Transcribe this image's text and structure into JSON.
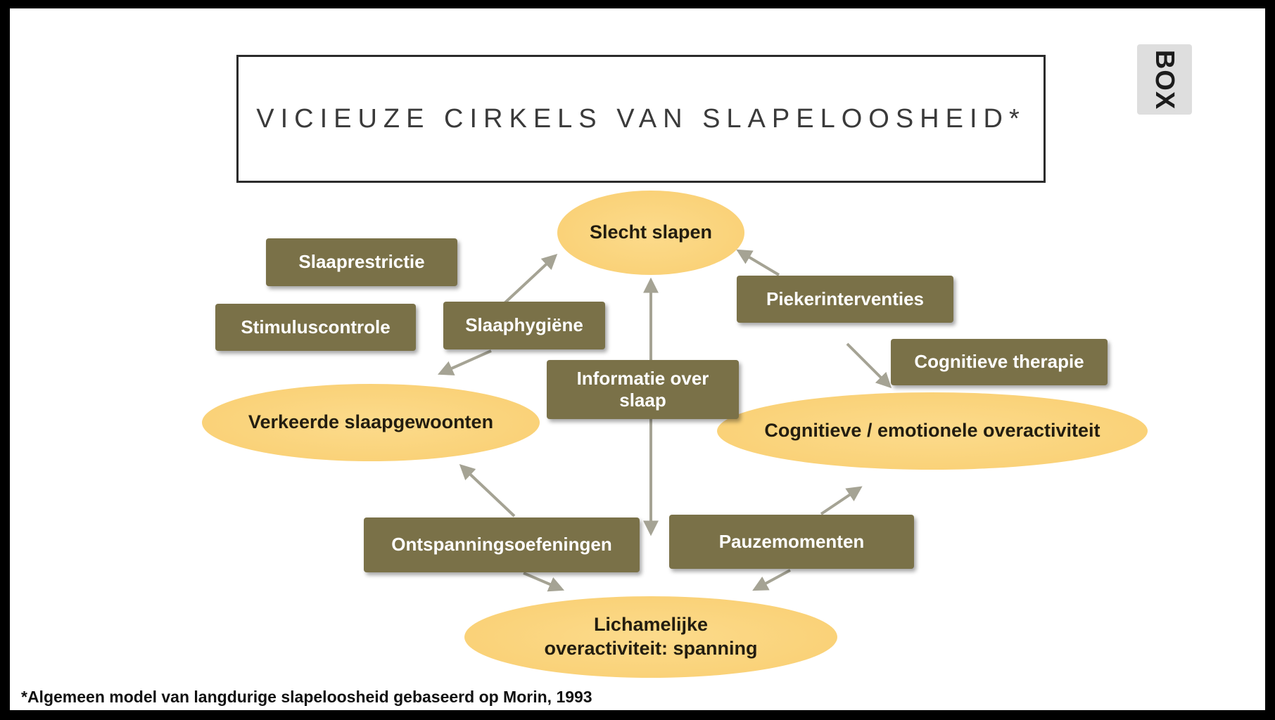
{
  "slide": {
    "title": "VICIEUZE CIRKELS VAN SLAPELOOSHEID*",
    "footnote": "*Algemeen model van langdurige slapeloosheid gebaseerd op Morin, 1993",
    "logo": "BOX"
  },
  "colors": {
    "ellipse_fill": "#F9CE70",
    "box_fill": "#7A7148",
    "arrow": "#A5A394"
  },
  "nodes": {
    "ellipses": [
      {
        "id": "slecht-slapen",
        "label": "Slecht slapen"
      },
      {
        "id": "verkeerde-slaapgewoonten",
        "label": "Verkeerde slaapgewoonten"
      },
      {
        "id": "cognitieve-emotionele-overactiviteit",
        "label": "Cognitieve / emotionele overactiviteit"
      },
      {
        "id": "lichamelijke-overactiviteit-spanning",
        "label": "Lichamelijke\noveractiviteit: spanning"
      }
    ],
    "boxes": [
      {
        "id": "slaaprestrictie",
        "label": "Slaaprestrictie"
      },
      {
        "id": "stimuluscontrole",
        "label": "Stimuluscontrole"
      },
      {
        "id": "slaaphygiene",
        "label": "Slaaphygiëne"
      },
      {
        "id": "piekerinterventies",
        "label": "Piekerinterventies"
      },
      {
        "id": "cognitieve-therapie",
        "label": "Cognitieve therapie"
      },
      {
        "id": "informatie-over-slaap",
        "label": "Informatie over\nslaap"
      },
      {
        "id": "ontspanningsoefeningen",
        "label": "Ontspanningsoefeningen"
      },
      {
        "id": "pauzemomenten",
        "label": "Pauzemomenten"
      }
    ]
  }
}
